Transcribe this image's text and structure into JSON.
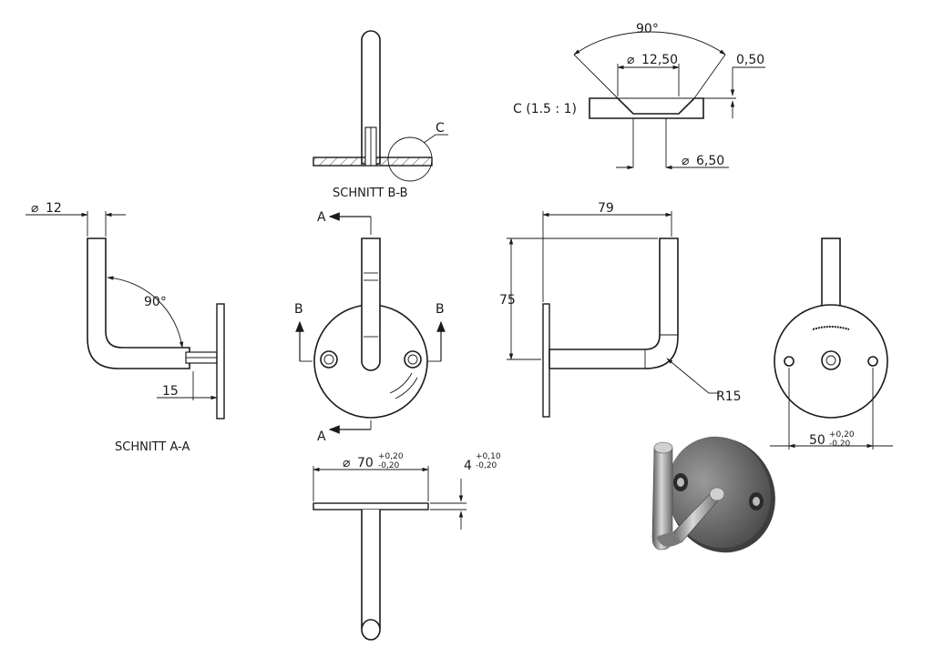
{
  "labels": {
    "section_aa": "SCHNITT A-A",
    "section_bb": "SCHNITT B-B",
    "detail_c_callout": "C",
    "detail_c_title": "C (1.5 : 1)",
    "marker_a": "A",
    "marker_b": "B"
  },
  "dimensions": {
    "dia_12": "12",
    "dia_symbol": "⌀",
    "angle_90": "90°",
    "len_15": "15",
    "dia_12_50": "12,50",
    "dia_6_50": "6,50",
    "val_0_50": "0,50",
    "len_79": "79",
    "len_75": "75",
    "radius_15": "R15",
    "dia_70": "70",
    "tol_70_upper": "+0,20",
    "tol_70_lower": "-0,20",
    "thick_4": "4",
    "tol_4_upper": "+0,10",
    "tol_4_lower": "-0,20",
    "len_50": "50",
    "tol_50_upper": "+0,20",
    "tol_50_lower": "-0,20"
  }
}
